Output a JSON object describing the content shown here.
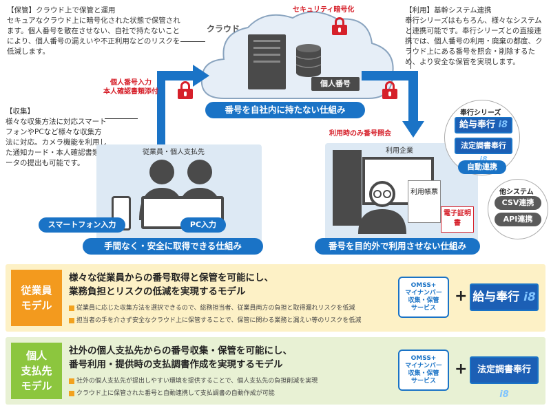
{
  "storage_note": {
    "heading": "【保管】クラウド上で保管と運用",
    "body": "セキュアなクラウド上に暗号化された状態で保管されます。個人番号を散在させない、自社で持たないことにより、個人番号の漏えいや不正利用などのリスクを低減します。"
  },
  "cloud": {
    "label": "クラウド",
    "security_label": "セキュリティ暗号化",
    "db_label": "個人番号",
    "caption": "番号を自社内に持たない仕組み"
  },
  "link_note": {
    "heading": "【利用】基幹システム連携",
    "body": "奉行シリーズはもちろん、様々なシステムと連携可能です。奉行シリーズとの直接連携では、個人番号の利用・廃棄の都度、クラウド上にある番号を照会・削除するため、より安全な保管を実現します。"
  },
  "collect_note": {
    "heading": "【収集】",
    "body": "様々な収集方法に対応スマートフォンやPCなど様々な収集方法に対応。カメラ機能を利用した通知カード・本人確認書類データの提出も可能です。"
  },
  "arrow_left_label": {
    "line1": "個人番号入力",
    "line2": "本人確認書類添付"
  },
  "arrow_right_label": "利用時のみ番号照会",
  "employee_panel": {
    "title": "従業員・個人支払先",
    "smartphone": "スマートフォン入力",
    "pc": "PC入力",
    "caption": "手間なく・安全に取得できる仕組み"
  },
  "company_panel": {
    "title": "利用企業",
    "doc_label": "利用帳票",
    "cert_label": "電子証明書",
    "caption": "番号を目的外で利用させない仕組み"
  },
  "bugyo_series": {
    "title": "奉行シリーズ",
    "product1": "給与奉行",
    "product2": "法定調書奉行",
    "version": "i8",
    "auto_link": "自動連携"
  },
  "other_systems": {
    "title": "他システム",
    "csv": "CSV連携",
    "api": "API連携"
  },
  "models": [
    {
      "label": "従業員モデル",
      "label_line1": "従業員",
      "label_line2": "モデル",
      "color": "#f39a1e",
      "bg": "#fdf1c6",
      "heading1": "様々な従業員からの番号取得と保管を可能にし、",
      "heading2": "業務負担とリスクの低減を実現するモデル",
      "bullet1": "従業員に応じた収集方法を選択できるので、総務担当者、従業員両方の負担と取得漏れリスクを低減",
      "bullet2": "担当者の手を介さず安全なクラウド上に保管することで、保管に関わる業務と漏えい等のリスクを低減",
      "product": "給与奉行"
    },
    {
      "label": "個人支払先モデル",
      "label_line1": "個人",
      "label_line2": "支払先",
      "label_line3": "モデル",
      "color": "#8cc63e",
      "bg": "#e8f1d4",
      "heading1": "社外の個人支払先からの番号収集・保管を可能にし、",
      "heading2": "番号利用・提供時の支払調書作成を実現するモデル",
      "bullet1": "社外の個人支払先が提出しやすい環境を提供することで、個人支払先の負担削減を実現",
      "bullet2": "クラウド上に保管された番号と自動連携して支払調書の自動作成が可能",
      "product": "法定調書奉行"
    }
  ],
  "omss": {
    "line1": "OMSS+",
    "line2": "マイナンバー",
    "line3": "収集・保管",
    "line4": "サービス"
  },
  "plus": "+",
  "colors": {
    "blue": "#1a73c6",
    "red": "#d6202a",
    "panel": "#dde9f4"
  }
}
